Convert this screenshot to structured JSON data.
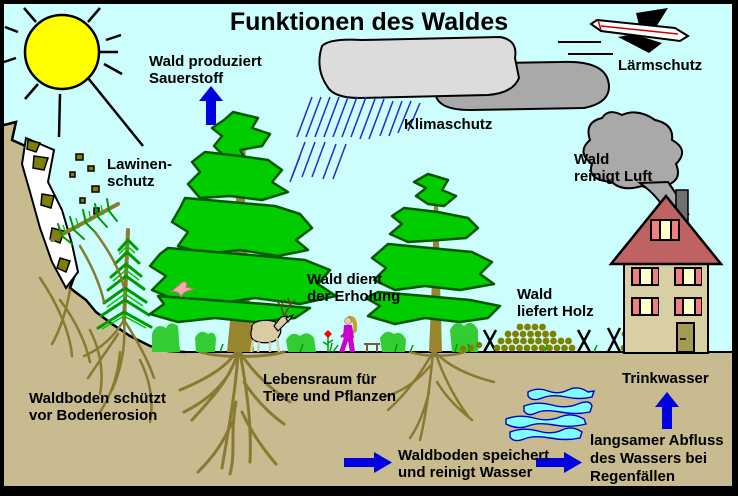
{
  "title": "Funktionen des Waldes",
  "labels": {
    "oxygen": {
      "line1": "Wald produziert",
      "line2": "Sauerstoff"
    },
    "avalanche": {
      "line1": "Lawinen-",
      "line2": "schutz"
    },
    "climate": {
      "line1": "Klimaschutz"
    },
    "noise": {
      "line1": "Lärmschutz"
    },
    "air": {
      "line1": "Wald",
      "line2": "reinigt Luft"
    },
    "recreation": {
      "line1": "Wald dient",
      "line2": "der Erholung"
    },
    "timber": {
      "line1": "Wald",
      "line2": "liefert Holz"
    },
    "erosion": {
      "line1": "Waldboden schützt",
      "line2": "vor Bodenerosion"
    },
    "habitat": {
      "line1": "Lebensraum für",
      "line2": "Tiere und Pflanzen"
    },
    "water_storage": {
      "line1": "Waldboden speichert",
      "line2": "und reinigt Wasser"
    },
    "runoff": {
      "line1": "langsamer Abfluss",
      "line2": "des Wassers bei",
      "line3": "Regenfällen"
    },
    "drinking_water": {
      "line1": "Trinkwasser"
    }
  },
  "palette": {
    "frame": "#000000",
    "sky": "#ccfefe",
    "ground": "#c8bb90",
    "sun": "#ffff00",
    "cloud_light": "#dcdcdc",
    "cloud_dark": "#a9a9a9",
    "smoke": "#a9a9a9",
    "rain": "#2929cc",
    "leaf": "#00cc00",
    "leaf_outline": "#005900",
    "conifer": "#009900",
    "trunk": "#9a852f",
    "root": "#8a7a30",
    "snow": "#ffffff",
    "rock": "#7f7f00",
    "roof": "#be6262",
    "wall": "#d8cfa4",
    "shutter": "#f08080",
    "pane": "#ffffc8",
    "door": "#a39a55",
    "wood": "#7f7f00",
    "deer": "#d9cba3",
    "person": "#cc00cc",
    "hair": "#c8a030",
    "skin": "#e9c9a5",
    "bird": "#f4aaaa",
    "flower": "#ff0000",
    "arrow": "#0000e0",
    "water_fill": "#80ffff",
    "water_line": "#0000cc"
  }
}
